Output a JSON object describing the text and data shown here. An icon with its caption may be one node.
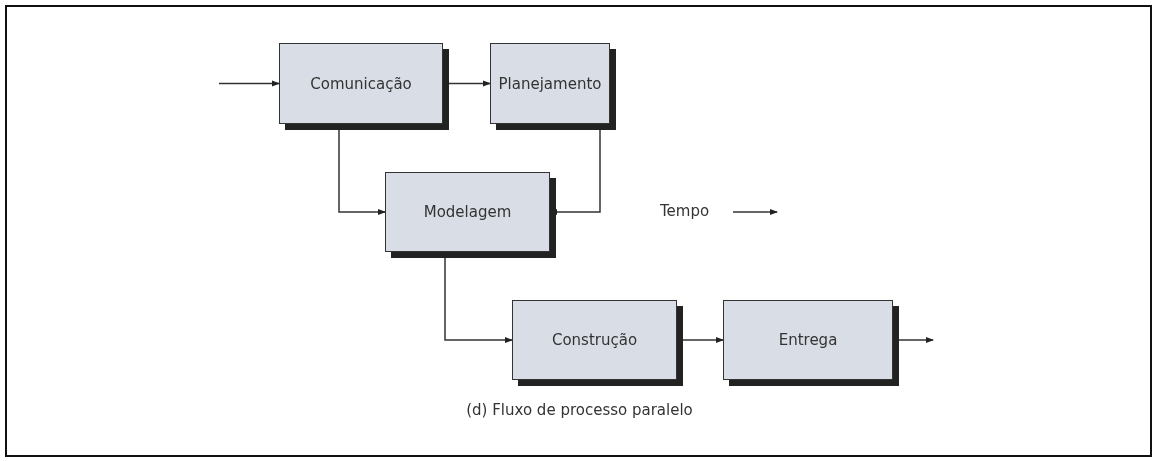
{
  "diagram": {
    "caption": "(d) Fluxo de processo paralelo",
    "nodes": [
      {
        "text": [
          "Comunicação"
        ]
      },
      {
        "text": [
          "Planejamento"
        ]
      },
      {
        "text": [
          "Modelagem"
        ]
      },
      {
        "text": [
          "Construção"
        ]
      },
      {
        "text": [
          "Entrega"
        ]
      }
    ],
    "edges": [
      {
        "from": null,
        "to": 0,
        "arrow": "to"
      },
      {
        "from": 0,
        "to": 1,
        "arrow": "to"
      },
      {
        "from": 0,
        "to": 2,
        "arrow": "to"
      },
      {
        "from": 1,
        "to": 2,
        "arrow": "to"
      },
      {
        "from": 2,
        "to": 3,
        "arrow": "to"
      },
      {
        "from": 3,
        "to": 4,
        "arrow": "to"
      },
      {
        "from": 4,
        "to": null,
        "arrow": "to"
      }
    ],
    "labels": [
      "Tempo"
    ]
  }
}
